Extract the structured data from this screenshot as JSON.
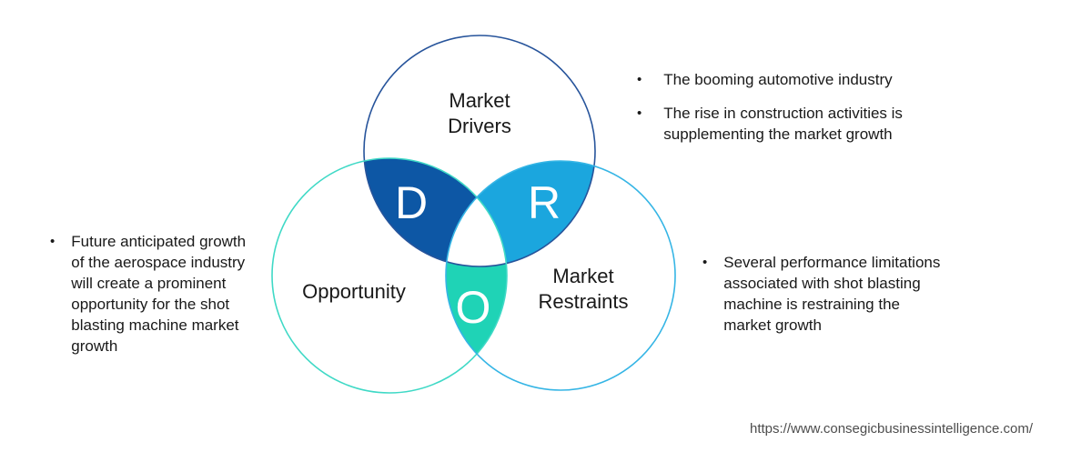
{
  "diagram": {
    "top_circle": {
      "label_line1": "Market",
      "label_line2": "Drivers"
    },
    "left_circle": {
      "label": "Opportunity"
    },
    "right_circle": {
      "label_line1": "Market",
      "label_line2": "Restraints"
    },
    "letters": {
      "d": "D",
      "r": "R",
      "o": "O"
    }
  },
  "bullets": {
    "drivers": [
      "The booming automotive industry",
      "The rise in construction activities is supplementing the market growth"
    ],
    "opportunity": [
      "Future anticipated growth of the aerospace industry will create a prominent opportunity for the shot blasting machine market growth"
    ],
    "restraints": [
      "Several performance limitations associated with shot blasting machine is restraining the market growth"
    ]
  },
  "footer": {
    "url": "https://www.consegicbusinessintelligence.com/"
  },
  "colors": {
    "drivers_stroke": "#27549B",
    "opportunity_stroke": "#3FD9C6",
    "restraints_stroke": "#35B5E5",
    "d_fill": "#0D57A5",
    "r_fill": "#1BA6DE",
    "o_fill": "#1FD3B6",
    "center_fill": "#FFFFFF",
    "letter_color": "#FFFFFF"
  }
}
